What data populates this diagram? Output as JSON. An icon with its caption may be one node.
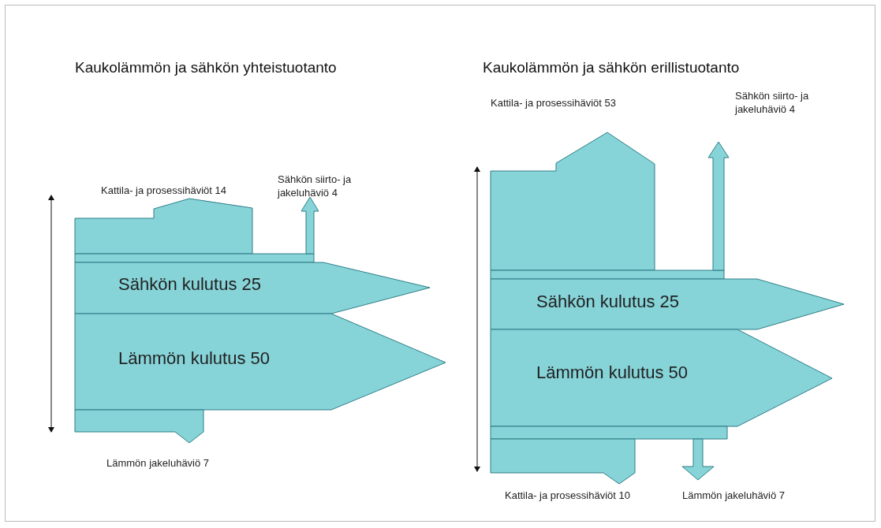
{
  "diagram": {
    "labels": [
      "Kaukolämmön ja sähkön yhteistuotanto",
      "Kattila- ja prosessihäviöt 14",
      "Sähkön siirto- ja jakeluhäviö 4",
      "Sähkön kulutus 25",
      "Lämmön kulutus 50",
      "Lämmön jakeluhäviö 7",
      "Kaukolämmön ja sähkön erillistuotanto",
      "Kattila- ja prosessihäviöt 53",
      "Sähkön siirto- ja jakeluhäviö 4",
      "Sähkön kulutus 25",
      "Lämmön kulutus 50",
      "Kattila- ja prosessihäviöt 10",
      "Lämmön jakeluhäviö 7"
    ]
  }
}
